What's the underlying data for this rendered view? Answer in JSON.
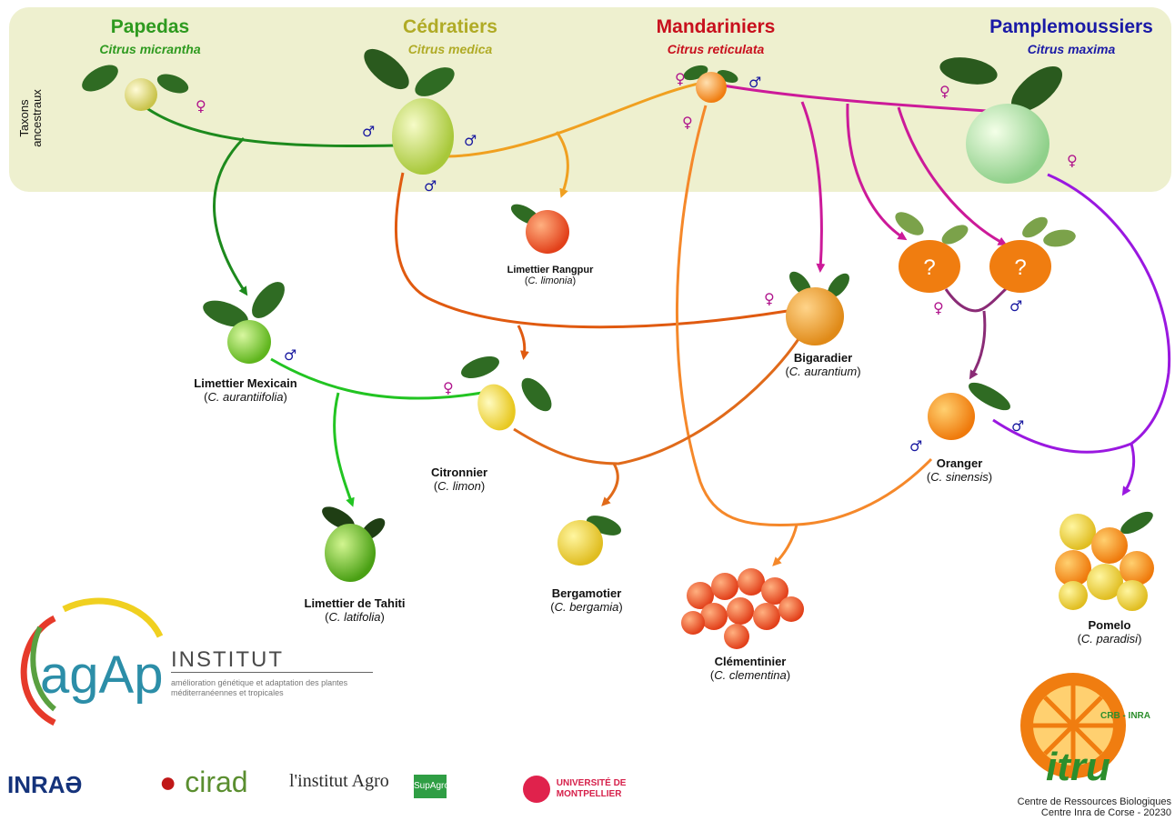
{
  "band_label": [
    "Taxons",
    "ancestraux"
  ],
  "groups": [
    {
      "id": "papedas",
      "name": "Papedas",
      "latin": "Citrus micrantha",
      "color": "#2e9a1f"
    },
    {
      "id": "cedratiers",
      "name": "Cédratiers",
      "latin": "Citrus medica",
      "color": "#b0ab26"
    },
    {
      "id": "mandariniers",
      "name": "Mandariniers",
      "latin": "Citrus reticulata",
      "color": "#c8101d"
    },
    {
      "id": "pamplemoussiers",
      "name": "Pamplemoussiers",
      "latin": "Citrus maxima",
      "color": "#1a1aa6"
    }
  ],
  "nodes": [
    {
      "id": "rangpur",
      "name": "Limettier Rangpur",
      "latin": "C. limonia"
    },
    {
      "id": "mexicain",
      "name": "Limettier Mexicain",
      "latin": "C. aurantiifolia"
    },
    {
      "id": "bigaradier",
      "name": "Bigaradier",
      "latin": "C. aurantium"
    },
    {
      "id": "citronnier",
      "name": "Citronnier",
      "latin": "C. limon"
    },
    {
      "id": "oranger",
      "name": "Oranger",
      "latin": "C. sinensis"
    },
    {
      "id": "tahiti",
      "name": "Limettier de Tahiti",
      "latin": "C. latifolia"
    },
    {
      "id": "bergamotier",
      "name": "Bergamotier",
      "latin": "C. bergamia"
    },
    {
      "id": "clementinier",
      "name": "Clémentinier",
      "latin": "C. clementina"
    },
    {
      "id": "pomelo",
      "name": "Pomelo",
      "latin": "C. paradisi"
    }
  ],
  "unknown_marker": "?",
  "symbols": {
    "female": "♀",
    "male": "♂"
  },
  "colors": {
    "band": "#eef0cf",
    "papeda_line": "#1d8a1d",
    "cedrat_line": "#f0a020",
    "mandarin_line": "#cc1a99",
    "bigarade_line": "#e05a10",
    "lime_line": "#22c422",
    "lemon_line": "#e06a1a",
    "sweet_line": "#8a2b76",
    "clem_line": "#f5882a",
    "pomelo_line": "#9a18e0",
    "female": "#b0148c",
    "male": "#1a1aa0"
  },
  "logos": {
    "agap_mark": "agAp",
    "agap_title": "INSTITUT",
    "agap_subtitle": "amélioration génétique et adaptation des plantes méditerranéennes et tropicales",
    "inrae": "INRAƏ",
    "cirad": "cirad",
    "institut_agro": "l'institut Agro",
    "supagro": "SupAgro",
    "universite": "UNIVERSITÉ DE MONTPELLIER",
    "crb": "CRB - INRA",
    "citrus_logo": "itru"
  },
  "caption": [
    "Centre de Ressources Biologiques",
    "Centre Inra de Corse - 20230"
  ]
}
